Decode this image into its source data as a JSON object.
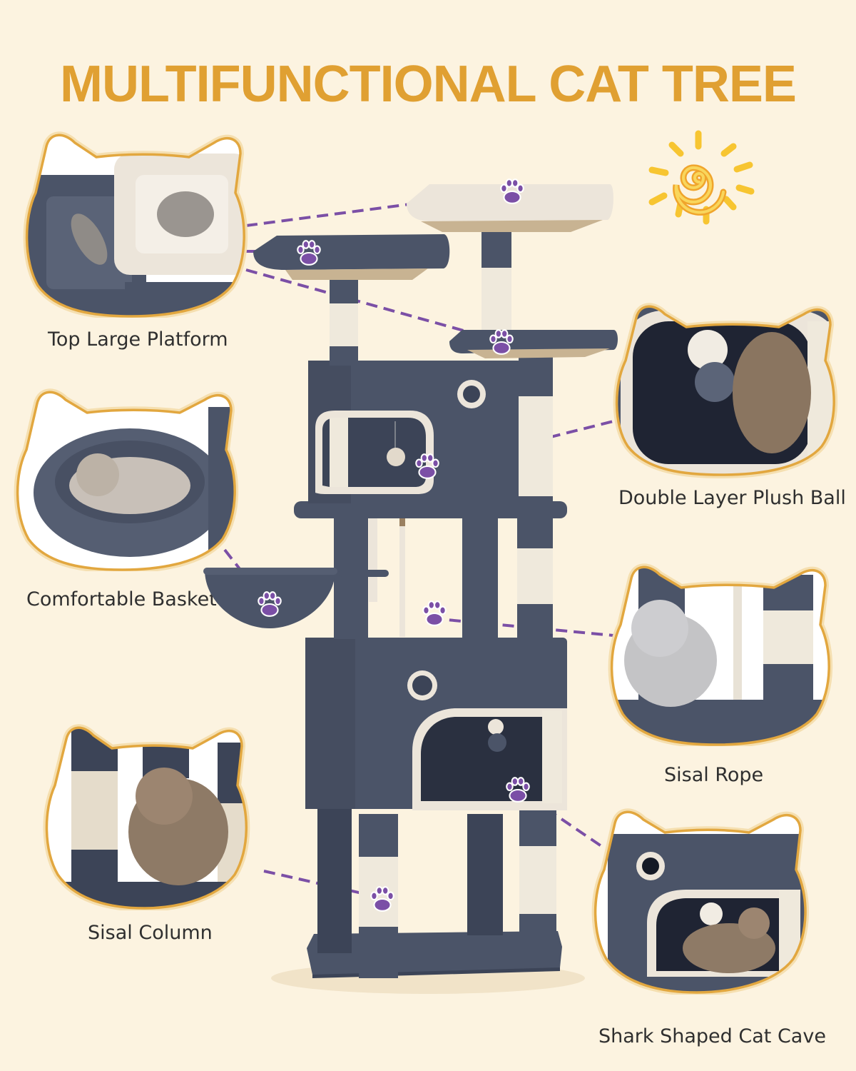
{
  "title": "MULTIFUNCTIONAL CAT TREE",
  "colors": {
    "background": "#fcf3e0",
    "title": "#e0a032",
    "frame_border": "#e2a73f",
    "frame_glow": "#f5dfb0",
    "tree_navy": "#4b5468",
    "tree_navy_dark": "#3c4457",
    "beige": "#ece5da",
    "sisal": "#efe9dc",
    "paw": "#7b4fa6",
    "leader_line": "#7b4fa6",
    "caption": "#2f2f2f",
    "sun_yellow": "#f7c531",
    "sun_orange": "#f0a52c"
  },
  "features": [
    {
      "id": "top-large-platform",
      "label": "Top Large Platform",
      "side": "left"
    },
    {
      "id": "double-layer-plush-ball",
      "label": "Double Layer Plush Ball",
      "side": "right"
    },
    {
      "id": "comfortable-basket",
      "label": "Comfortable Basket",
      "side": "left"
    },
    {
      "id": "sisal-rope",
      "label": "Sisal Rope",
      "side": "right"
    },
    {
      "id": "sisal-column",
      "label": "Sisal Column",
      "side": "left"
    },
    {
      "id": "shark-shaped-cat-cave",
      "label": "Shark Shaped Cat Cave",
      "side": "right"
    }
  ],
  "icons": {
    "paw": "paw-print-icon",
    "sun": "sun-icon"
  }
}
